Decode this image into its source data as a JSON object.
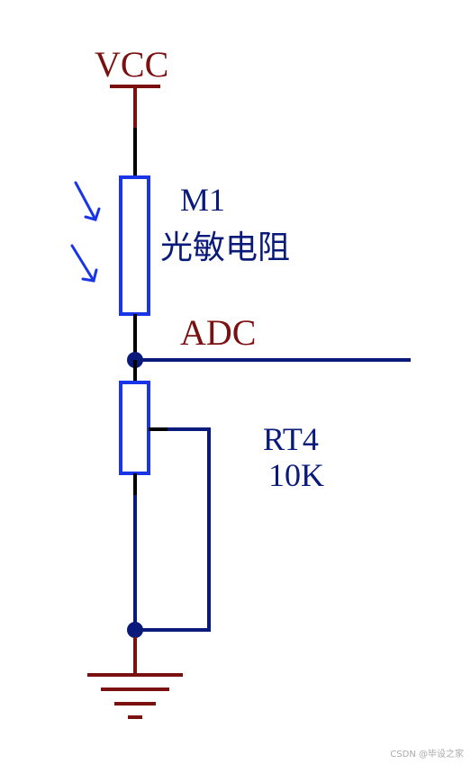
{
  "labels": {
    "vcc": "VCC",
    "m1_designator": "M1",
    "m1_name": "光敏电阻",
    "adc": "ADC",
    "rt4_designator": "RT4",
    "rt4_value": "10K"
  },
  "watermark": "CSDN @毕设之家",
  "colors": {
    "power": "#7a1010",
    "wire": "#0a1a7a",
    "component": "#1a35e8",
    "lead": "#000000",
    "light_arrow": "#1a35e8"
  }
}
